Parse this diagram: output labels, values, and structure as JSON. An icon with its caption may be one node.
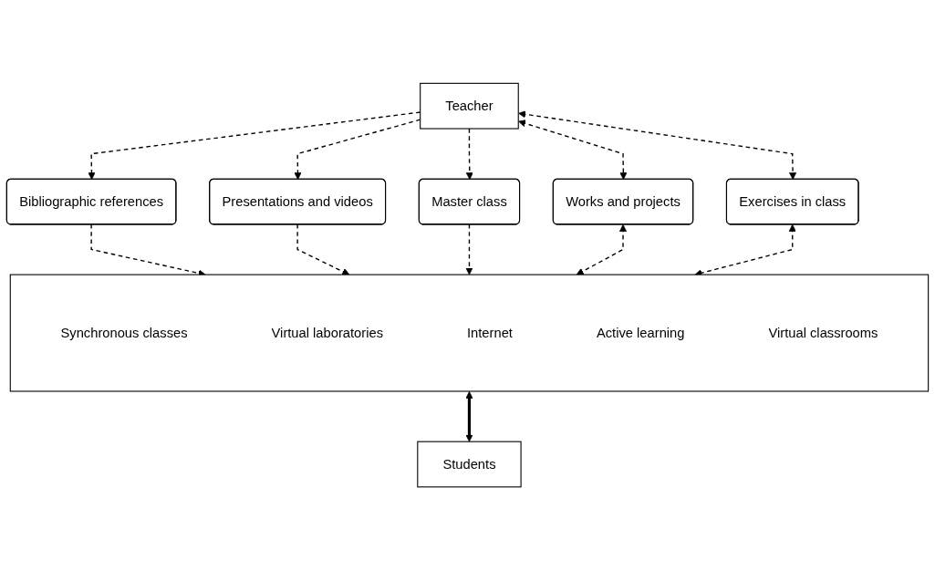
{
  "diagram": {
    "nodes": [
      {
        "text": [
          "Teacher"
        ]
      },
      {
        "text": [
          "Bibliographic references"
        ]
      },
      {
        "text": [
          "Presentations and videos"
        ]
      },
      {
        "text": [
          "Master class"
        ]
      },
      {
        "text": [
          "Works and projects"
        ]
      },
      {
        "text": [
          "Exercises in class"
        ]
      },
      {
        "text": [],
        "shape": "box"
      },
      {
        "text": [
          "Synchronous classes"
        ],
        "in": 6
      },
      {
        "text": [
          "Virtual laboratories"
        ],
        "in": 6
      },
      {
        "text": [
          "Internet"
        ],
        "in": 6
      },
      {
        "text": [
          "Active learning"
        ],
        "in": 6
      },
      {
        "text": [
          "Virtual classrooms"
        ],
        "in": 6
      },
      {
        "text": [
          "Students"
        ]
      }
    ],
    "edges": [
      {
        "from": 0,
        "to": 1,
        "arrow": "to",
        "style": "dashed"
      },
      {
        "from": 0,
        "to": 2,
        "arrow": "to",
        "style": "dashed"
      },
      {
        "from": 0,
        "to": 3,
        "arrow": "to",
        "style": "dashed"
      },
      {
        "from": 0,
        "to": 4,
        "arrow": "both",
        "style": "dashed"
      },
      {
        "from": 0,
        "to": 5,
        "arrow": "both",
        "style": "dashed"
      },
      {
        "from": 1,
        "to": 6,
        "arrow": "to",
        "style": "dashed"
      },
      {
        "from": 2,
        "to": 6,
        "arrow": "to",
        "style": "dashed"
      },
      {
        "from": 3,
        "to": 6,
        "arrow": "to",
        "style": "dashed"
      },
      {
        "from": 4,
        "to": 6,
        "arrow": "both",
        "style": "dashed"
      },
      {
        "from": 5,
        "to": 6,
        "arrow": "both",
        "style": "dashed"
      },
      {
        "from": 6,
        "to": 12,
        "arrow": "both",
        "style": "thick"
      }
    ]
  }
}
